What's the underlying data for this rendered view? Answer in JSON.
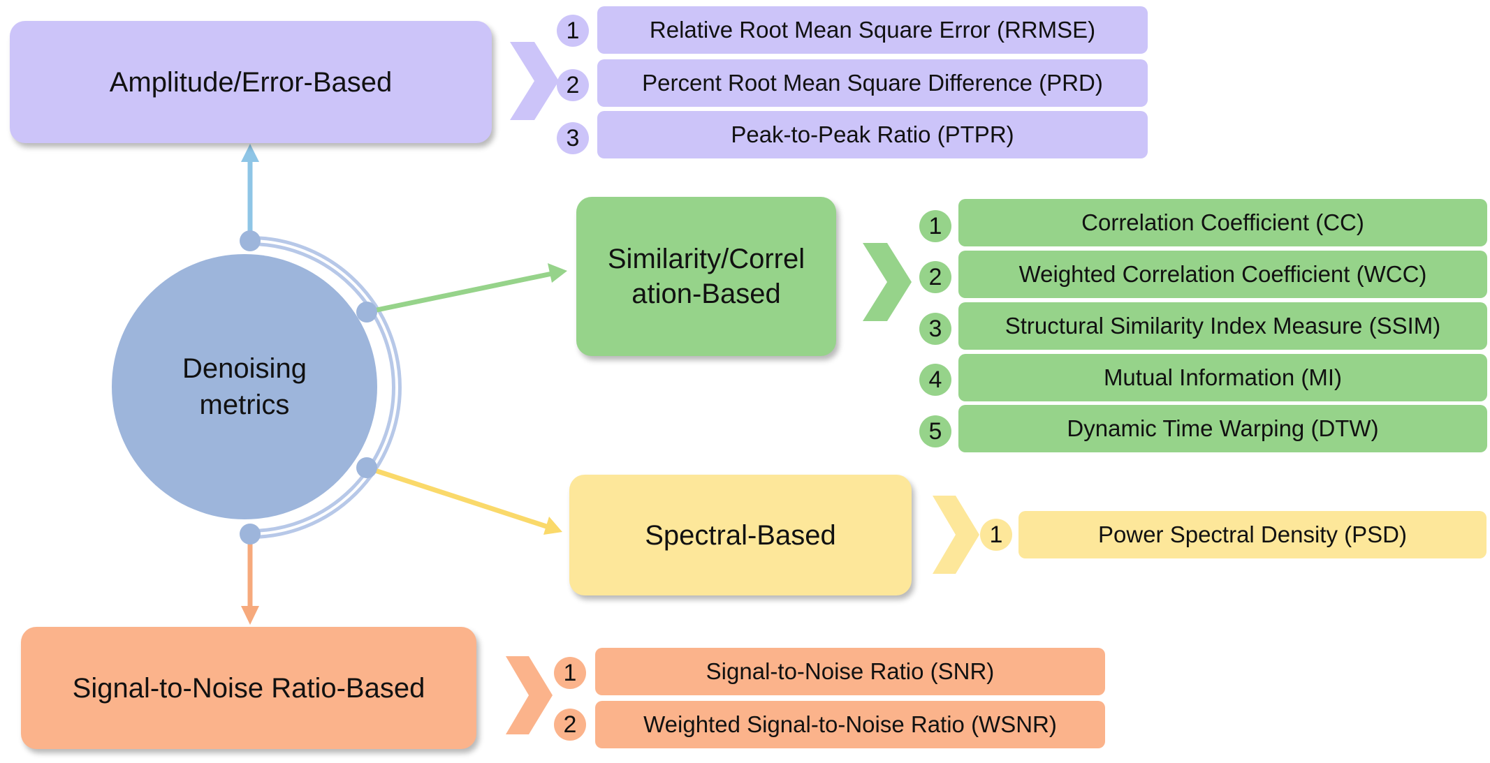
{
  "center": {
    "label_line1": "Denoising",
    "label_line2": "metrics"
  },
  "categories": [
    {
      "label": "Amplitude/Error-Based",
      "color": "#ccc4f9",
      "items": [
        {
          "n": "1",
          "label": "Relative Root Mean Square Error (RRMSE)"
        },
        {
          "n": "2",
          "label": "Percent Root Mean Square Difference (PRD)"
        },
        {
          "n": "3",
          "label": "Peak-to-Peak Ratio (PTPR)"
        }
      ]
    },
    {
      "label_line1": "Similarity/Correl",
      "label_line2": "ation-Based",
      "color": "#96d38a",
      "items": [
        {
          "n": "1",
          "label": "Correlation Coefficient (CC)"
        },
        {
          "n": "2",
          "label": "Weighted Correlation Coefficient (WCC)"
        },
        {
          "n": "3",
          "label": "Structural Similarity Index Measure (SSIM)"
        },
        {
          "n": "4",
          "label": "Mutual Information (MI)"
        },
        {
          "n": "5",
          "label": "Dynamic Time Warping (DTW)"
        }
      ]
    },
    {
      "label": "Spectral-Based",
      "color": "#fde79a",
      "items": [
        {
          "n": "1",
          "label": "Power Spectral Density (PSD)"
        }
      ]
    },
    {
      "label": "Signal-to-Noise Ratio-Based",
      "color": "#fbb38b",
      "items": [
        {
          "n": "1",
          "label": "Signal-to-Noise Ratio (SNR)"
        },
        {
          "n": "2",
          "label": "Weighted Signal-to-Noise Ratio (WSNR)"
        }
      ]
    }
  ],
  "colors": {
    "hub": "#9db5db",
    "ring": "#b7c8e8",
    "arrow_blue": "#8ec5e6",
    "arrow_green": "#96d38a",
    "arrow_yellow": "#fad96a",
    "arrow_orange": "#f6a97c"
  }
}
